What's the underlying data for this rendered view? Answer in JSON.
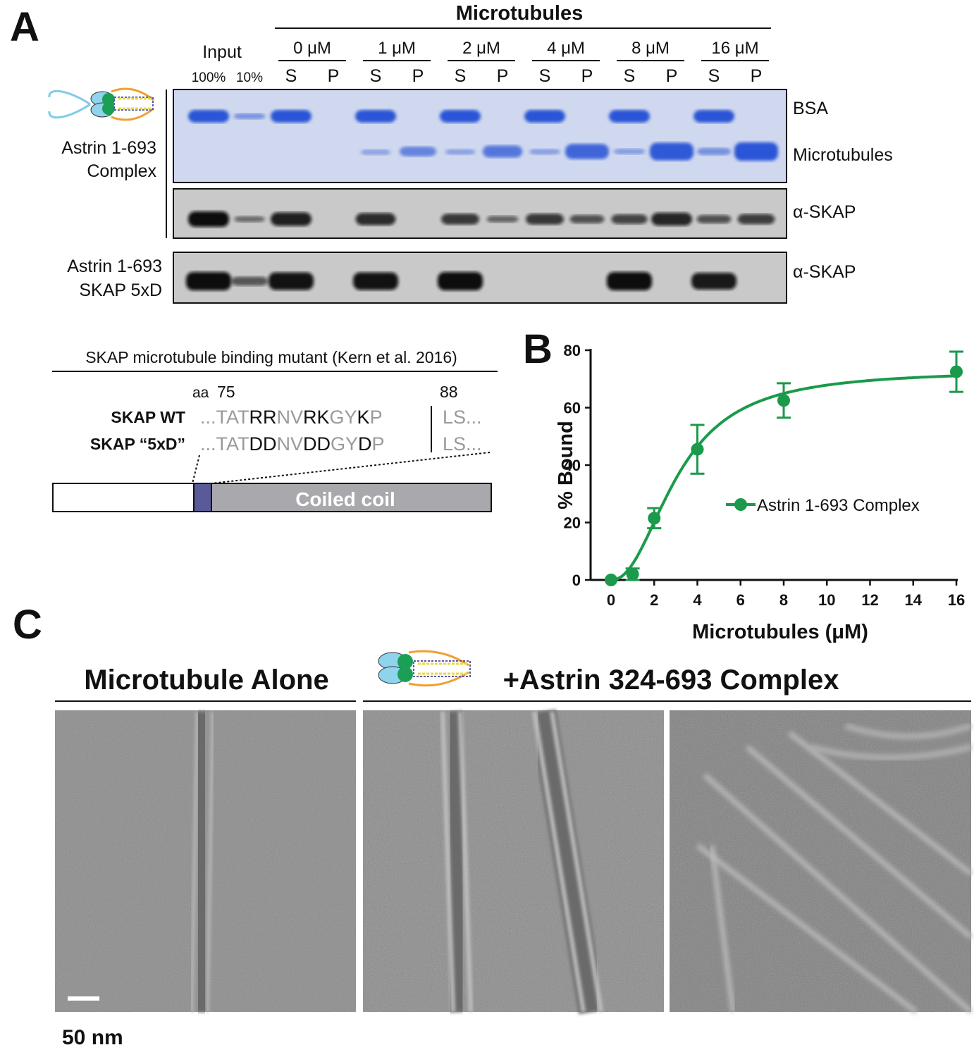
{
  "panel_labels": {
    "a": "A",
    "b": "B",
    "c": "C"
  },
  "panel_a": {
    "microtubules_header": "Microtubules",
    "input_header": "Input",
    "input_lanes": [
      "100%",
      "10%"
    ],
    "concentrations": [
      "0 μM",
      "1 μM",
      "2 μM",
      "4 μM",
      "8 μM",
      "16 μM"
    ],
    "fractions": [
      "S",
      "P"
    ],
    "row1_label_line1": "Astrin 1-693",
    "row1_label_line2": "Complex",
    "row2_label_line1": "Astrin 1-693",
    "row2_label_line2": "SKAP 5xD",
    "right_labels": {
      "bsa": "BSA",
      "microtubules": "Microtubules",
      "skap_top": "α-SKAP",
      "skap_bottom": "α-SKAP"
    },
    "mutant": {
      "title": "SKAP microtubule binding mutant (Kern et al. 2016)",
      "aa": "aa",
      "pos_start": "75",
      "pos_end": "88",
      "wt_label": "SKAP WT",
      "mut_label": "SKAP “5xD”",
      "wt_seq": [
        {
          "t": "...TAT",
          "c": "g"
        },
        {
          "t": "RR",
          "c": "k"
        },
        {
          "t": "NV",
          "c": "g"
        },
        {
          "t": "RK",
          "c": "k"
        },
        {
          "t": "GY",
          "c": "g"
        },
        {
          "t": "K",
          "c": "k"
        },
        {
          "t": "P",
          "c": "g"
        }
      ],
      "mut_seq": [
        {
          "t": "...TAT",
          "c": "g"
        },
        {
          "t": "DD",
          "c": "k"
        },
        {
          "t": "NV",
          "c": "g"
        },
        {
          "t": "DD",
          "c": "k"
        },
        {
          "t": "GY",
          "c": "g"
        },
        {
          "t": "D",
          "c": "k"
        },
        {
          "t": "P",
          "c": "g"
        }
      ],
      "tail": "LS...",
      "coiled_coil": "Coiled coil"
    },
    "colors": {
      "gel_bg": "#cfd8ee",
      "coomassie": "#2a55d6",
      "blot_bg": "#c9c9c9",
      "band": "#111111",
      "domain_blue": "#5a5a9a",
      "coil_gray": "#a9a9ad"
    },
    "gel_bands": {
      "bsa": [
        1,
        0.3,
        1,
        0,
        1,
        0,
        1,
        0,
        1,
        0,
        1,
        0,
        1,
        0
      ],
      "microtubules": [
        0,
        0,
        0,
        0,
        0.1,
        0.45,
        0.12,
        0.6,
        0.15,
        0.8,
        0.18,
        0.95,
        0.3,
        1
      ],
      "skap_blot": [
        1,
        0.25,
        0.85,
        0,
        0.75,
        0,
        0.65,
        0.3,
        0.65,
        0.45,
        0.55,
        0.8,
        0.45,
        0.6
      ],
      "skap_5xd_blot": [
        1,
        0.4,
        0.95,
        0,
        0.95,
        0,
        1,
        0,
        0,
        0,
        1,
        0,
        0.9,
        0
      ]
    }
  },
  "chart_data": {
    "type": "line",
    "x": [
      0,
      1,
      2,
      4,
      8,
      16
    ],
    "series": [
      {
        "name": "Astrin 1-693 Complex",
        "values": [
          0,
          2,
          21.5,
          45.5,
          62.5,
          72.5
        ],
        "errors": [
          0,
          2,
          3.5,
          8.5,
          6,
          7
        ],
        "color": "#1a9a4a"
      }
    ],
    "xlabel": "Microtubules (μM)",
    "ylabel": "% Bound",
    "xlim": [
      0,
      16
    ],
    "ylim": [
      0,
      80
    ],
    "xticks": [
      0,
      2,
      4,
      6,
      8,
      10,
      12,
      14,
      16
    ],
    "yticks": [
      0,
      20,
      40,
      60,
      80
    ],
    "legend_position": "center-right",
    "fit": {
      "model": "hill",
      "top": 73,
      "k": 3.1,
      "n": 2.2
    }
  },
  "panel_c": {
    "left_header": "Microtubule Alone",
    "right_header": "+Astrin 324-693 Complex",
    "scale_bar": "50 nm"
  }
}
